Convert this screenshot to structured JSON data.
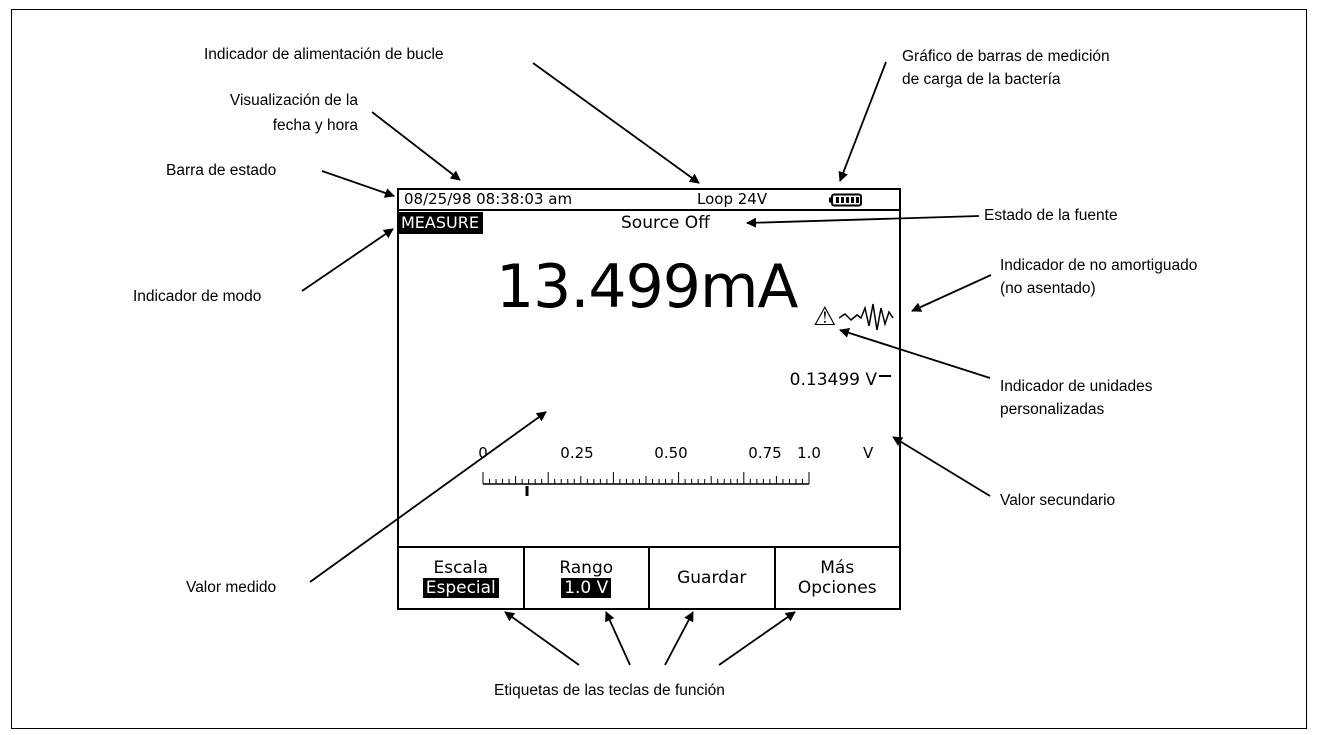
{
  "callouts": {
    "loop_power": "Indicador de alimentación de bucle",
    "battery_1": "Gráfico de barras de medición",
    "battery_2": "de carga de la bactería",
    "datetime_1": "Visualización de la",
    "datetime_2": "fecha y hora",
    "status_bar": "Barra de estado",
    "source_state": "Estado de la fuente",
    "mode_indicator": "Indicador de modo",
    "unsettled_1": "Indicador de no amortiguado",
    "unsettled_2": "(no asentado)",
    "custom_units_1": "Indicador de unidades",
    "custom_units_2": "personalizadas",
    "secondary_value": "Valor secundario",
    "measured_value": "Valor medido",
    "softkey_labels": "Etiquetas de las teclas de función"
  },
  "display": {
    "datetime": "08/25/98 08:38:03 am",
    "loop": "Loop 24V",
    "mode": "MEASURE",
    "source": "Source Off",
    "primary": "13.499mA",
    "secondary": "0.13499 V",
    "warning_symbol": "⚠",
    "bargraph": {
      "ticks": [
        "0",
        "0.25",
        "0.50",
        "0.75",
        "1.0"
      ],
      "unit": "V",
      "value_fraction": 0.135
    }
  },
  "softkeys": [
    {
      "line1": "Escala",
      "line2": "Especial"
    },
    {
      "line1": "Rango",
      "line2": "1.0 V"
    },
    {
      "line1": "Guardar",
      "line2": ""
    },
    {
      "line1": "Más",
      "line2": "Opciones"
    }
  ],
  "icons": [
    "battery-icon",
    "warning-triangle-icon",
    "unsettled-waveform-icon",
    "dc-volt-icon"
  ]
}
